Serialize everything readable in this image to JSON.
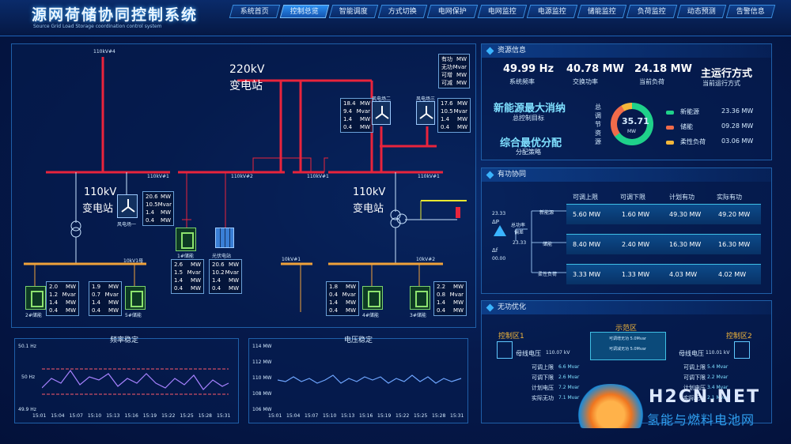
{
  "header": {
    "title": "源网荷储协同控制系统",
    "subtitle": "Source Grid Load Storage coordination control system"
  },
  "nav": [
    "系统首页",
    "控制总览",
    "智能调度",
    "方式切换",
    "电网保护",
    "电网监控",
    "电源监控",
    "储能监控",
    "负荷监控",
    "动态预测",
    "告警信息"
  ],
  "grid": {
    "bus110_4": "110kV#4",
    "sub220_a": "220kV",
    "sub220_b": "变电站",
    "sub110l_a": "110kV",
    "sub110l_b": "变电站",
    "sub110r_a": "110kV",
    "sub110r_b": "变电站",
    "bus110_1a": "110kV#1",
    "bus110_2": "110kV#2",
    "bus110_1b": "110kV#1",
    "bus110_1c": "110kV#1",
    "bus10_1": "10kV1母",
    "bus10_2": "10kV#1",
    "bus10_3": "10kV#2",
    "wind1": "风电场一",
    "wind2": "风电场二",
    "wind3": "风电场三",
    "solar": "光伏电站",
    "st1": "1#储能",
    "st2": "2#储能",
    "st3": "3#储能",
    "st4": "4#储能",
    "st5": "5#储能",
    "legend_box": [
      [
        "有功",
        "MW"
      ],
      [
        "无功",
        "Mvar"
      ],
      [
        "可增",
        "MW"
      ],
      [
        "可减",
        "MW"
      ]
    ],
    "box_w2": [
      [
        "18.4",
        "MW"
      ],
      [
        "9.4",
        "Mvar"
      ],
      [
        "1.4",
        "MW"
      ],
      [
        "0.4",
        "MW"
      ]
    ],
    "box_w3": [
      [
        "17.6",
        "MW"
      ],
      [
        "10.5",
        "Mvar"
      ],
      [
        "1.4",
        "MW"
      ],
      [
        "0.4",
        "MW"
      ]
    ],
    "box_w1": [
      [
        "20.6",
        "MW"
      ],
      [
        "10.5",
        "Mvar"
      ],
      [
        "1.4",
        "MW"
      ],
      [
        "0.4",
        "MW"
      ]
    ],
    "box_s1": [
      [
        "2.6",
        "MW"
      ],
      [
        "1.5",
        "Mvar"
      ],
      [
        "1.4",
        "MW"
      ],
      [
        "0.4",
        "MW"
      ]
    ],
    "box_pv": [
      [
        "20.6",
        "MW"
      ],
      [
        "10.2",
        "Mvar"
      ],
      [
        "1.4",
        "MW"
      ],
      [
        "0.4",
        "MW"
      ]
    ],
    "box_s2": [
      [
        "2.0",
        "MW"
      ],
      [
        "1.2",
        "Mvar"
      ],
      [
        "1.4",
        "MW"
      ],
      [
        "0.4",
        "MW"
      ]
    ],
    "box_s5": [
      [
        "1.9",
        "MW"
      ],
      [
        "0.7",
        "Mvar"
      ],
      [
        "1.4",
        "MW"
      ],
      [
        "0.4",
        "MW"
      ]
    ],
    "box_s4": [
      [
        "1.8",
        "MW"
      ],
      [
        "0.4",
        "Mvar"
      ],
      [
        "1.4",
        "MW"
      ],
      [
        "0.4",
        "MW"
      ]
    ],
    "box_s3": [
      [
        "2.2",
        "MW"
      ],
      [
        "0.8",
        "Mvar"
      ],
      [
        "1.4",
        "MW"
      ],
      [
        "0.4",
        "MW"
      ]
    ]
  },
  "freq": {
    "title": "频率稳定",
    "ticks": [
      "15:01",
      "15:04",
      "15:07",
      "15:10",
      "15:13",
      "15:16",
      "15:19",
      "15:22",
      "15:25",
      "15:28",
      "15:31"
    ],
    "ylabels": [
      "50.1 Hz",
      "50 Hz",
      "49.9 Hz"
    ]
  },
  "volt": {
    "title": "电压稳定",
    "ticks": [
      "15:01",
      "15:04",
      "15:07",
      "15:10",
      "15:13",
      "15:16",
      "15:19",
      "15:22",
      "15:25",
      "15:28",
      "15:31"
    ],
    "ylabels": [
      "114 MW",
      "112 MW",
      "110 MW",
      "108 MW",
      "106 MW"
    ]
  },
  "res": {
    "title": "资源信息",
    "m": [
      {
        "v": "49.99 Hz",
        "l": "系统频率"
      },
      {
        "v": "40.78 MW",
        "l": "交换功率"
      },
      {
        "v": "24.18 MW",
        "l": "当前负荷"
      },
      {
        "v": "主运行方式",
        "l": "当前运行方式"
      }
    ],
    "goal1": "新能源最大消纳",
    "goal1s": "总控制目标",
    "goal2": "综合最优分配",
    "goal2s": "分配策略",
    "gtitle": "总调节资源",
    "gval": "35.71",
    "gunit": "MW",
    "leg": [
      {
        "n": "新能源",
        "v": "23.36 MW",
        "c": "#1fd18a"
      },
      {
        "n": "储能",
        "v": "09.28 MW",
        "c": "#f06b4a"
      },
      {
        "n": "柔性负荷",
        "v": "03.06 MW",
        "c": "#f4b73a"
      }
    ]
  },
  "act": {
    "title": "有功协同",
    "hdr": [
      "可调上限",
      "可调下限",
      "计划有功",
      "实际有功"
    ],
    "rows": [
      [
        "5.60 MW",
        "1.60 MW",
        "49.30 MW",
        "49.20 MW"
      ],
      [
        "8.40 MW",
        "2.40 MW",
        "16.30 MW",
        "16.30 MW"
      ],
      [
        "3.33 MW",
        "1.33 MW",
        "4.03 MW",
        "4.02 MW"
      ]
    ],
    "cat": [
      "新能源",
      "储能",
      "柔性负荷"
    ],
    "p1": "23.33",
    "dp": "ΔP",
    "p2": "23.33",
    "df": "Δf",
    "f": "00.00",
    "dev1": "总功率",
    "dev2": "偏差"
  },
  "react": {
    "title": "无功优化",
    "demo": "示范区",
    "d1": "可调增无功 5.0Mvar",
    "d2": "可调减无功 5.0Mvar",
    "z1": "控制区1",
    "z2": "控制区2",
    "bv1": "母线电压",
    "bv1v": "110.07 kV",
    "bv2": "母线电压",
    "bv2v": "110.01 kV",
    "z1rows": [
      [
        "可调上限",
        "6.6 Mvar"
      ],
      [
        "可调下限",
        "2.6 Mvar"
      ],
      [
        "计划电压",
        "7.2 Mvar"
      ],
      [
        "实际无功",
        "7.1 Mvar"
      ]
    ],
    "z2rows": [
      [
        "可调上限",
        "5.4 Mvar"
      ],
      [
        "可调下限",
        "2.2 Mvar"
      ],
      [
        "计划电压",
        "3.4 Mvar"
      ],
      [
        "实际无功",
        "2.1 Mvar"
      ]
    ]
  },
  "wm": {
    "a": "H2CN.NET",
    "b": "氢能与燃料电池网"
  }
}
